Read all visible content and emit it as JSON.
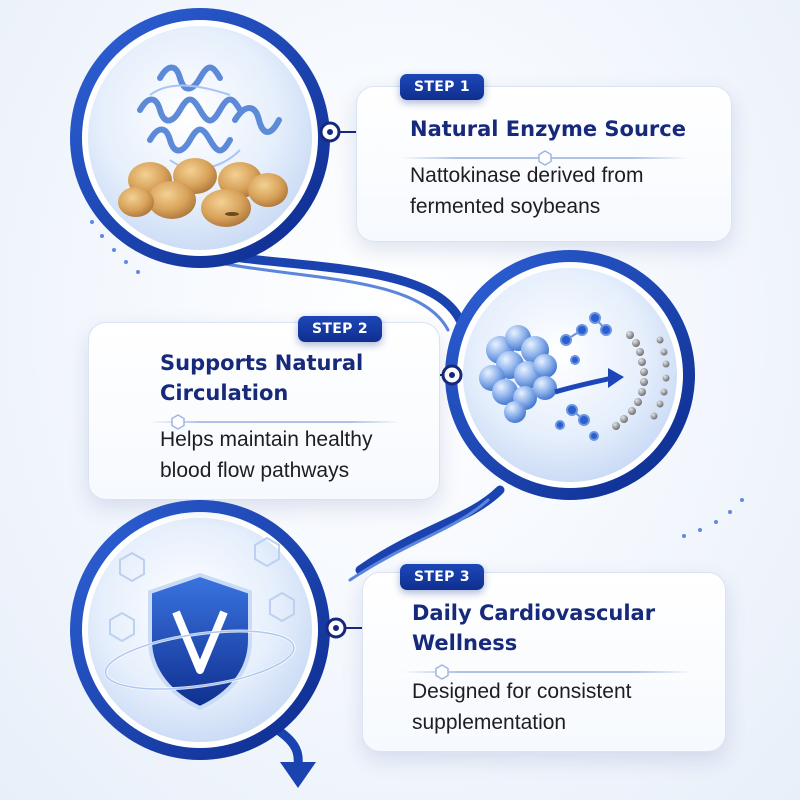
{
  "steps": [
    {
      "badge": "STEP 1",
      "title_lines": [
        "Natural Enzyme Source"
      ],
      "desc_lines": [
        "Nattokinase derived from",
        "fermented soybeans"
      ]
    },
    {
      "badge": "STEP 2",
      "title_lines": [
        "Supports Natural",
        "Circulation"
      ],
      "desc_lines": [
        "Helps maintain healthy",
        "blood flow pathways"
      ]
    },
    {
      "badge": "STEP 3",
      "title_lines": [
        "Daily Cardiovascular",
        "Wellness"
      ],
      "desc_lines": [
        "Designed for consistent",
        "supplementation"
      ]
    }
  ],
  "colors": {
    "brand_blue": "#1d47b8",
    "navy": "#17297a",
    "soybean": "#d9a75f",
    "light_blue": "#dbe8fb"
  },
  "icons": [
    "enzyme-soybean-icon",
    "molecule-dispersion-icon",
    "shield-v-icon",
    "hexagon-icon",
    "arrow-down-icon"
  ]
}
